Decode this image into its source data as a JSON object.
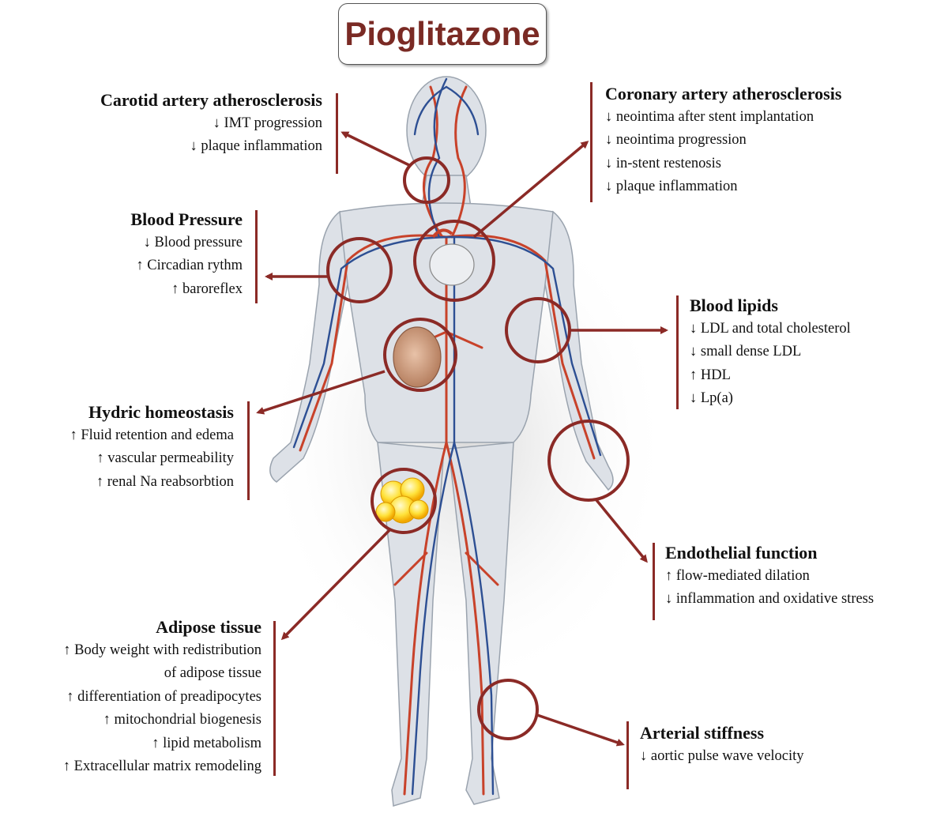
{
  "title": "Pioglitazone",
  "colors": {
    "accent": "#8b2a26",
    "artery": "#c8422a",
    "vein": "#2d4f93",
    "body": "#d9dde3"
  },
  "groups": {
    "carotid": {
      "heading": "Carotid artery atherosclerosis",
      "lines": [
        "↓ IMT progression",
        "↓ plaque inflammation"
      ]
    },
    "blood_pressure": {
      "heading": "Blood Pressure",
      "lines": [
        "↓ Blood pressure",
        "↑ Circadian rythm",
        "↑ baroreflex"
      ]
    },
    "hydric": {
      "heading": "Hydric homeostasis",
      "lines": [
        "↑ Fluid retention and edema",
        "↑ vascular permeability",
        "↑ renal Na reabsorbtion"
      ]
    },
    "adipose": {
      "heading": "Adipose tissue",
      "lines": [
        "↑ Body weight with redistribution",
        "of adipose tissue",
        "↑ differentiation of preadipocytes",
        "↑ mitochondrial biogenesis",
        "↑ lipid metabolism",
        "↑ Extracellular matrix remodeling"
      ]
    },
    "coronary": {
      "heading": "Coronary artery atherosclerosis",
      "lines": [
        "↓ neointima after stent implantation",
        "↓ neointima progression",
        "↓ in-stent restenosis",
        "↓ plaque inflammation"
      ]
    },
    "lipids": {
      "heading": "Blood lipids",
      "lines": [
        "↓ LDL and total cholesterol",
        "↓ small dense LDL",
        "↑ HDL",
        "↓ Lp(a)"
      ]
    },
    "endothelial": {
      "heading": "Endothelial function",
      "lines": [
        "↑ flow-mediated dilation",
        "↓ inflammation and oxidative stress"
      ]
    },
    "arterial": {
      "heading": "Arterial stiffness",
      "lines": [
        "↓ aortic pulse wave velocity"
      ]
    }
  }
}
